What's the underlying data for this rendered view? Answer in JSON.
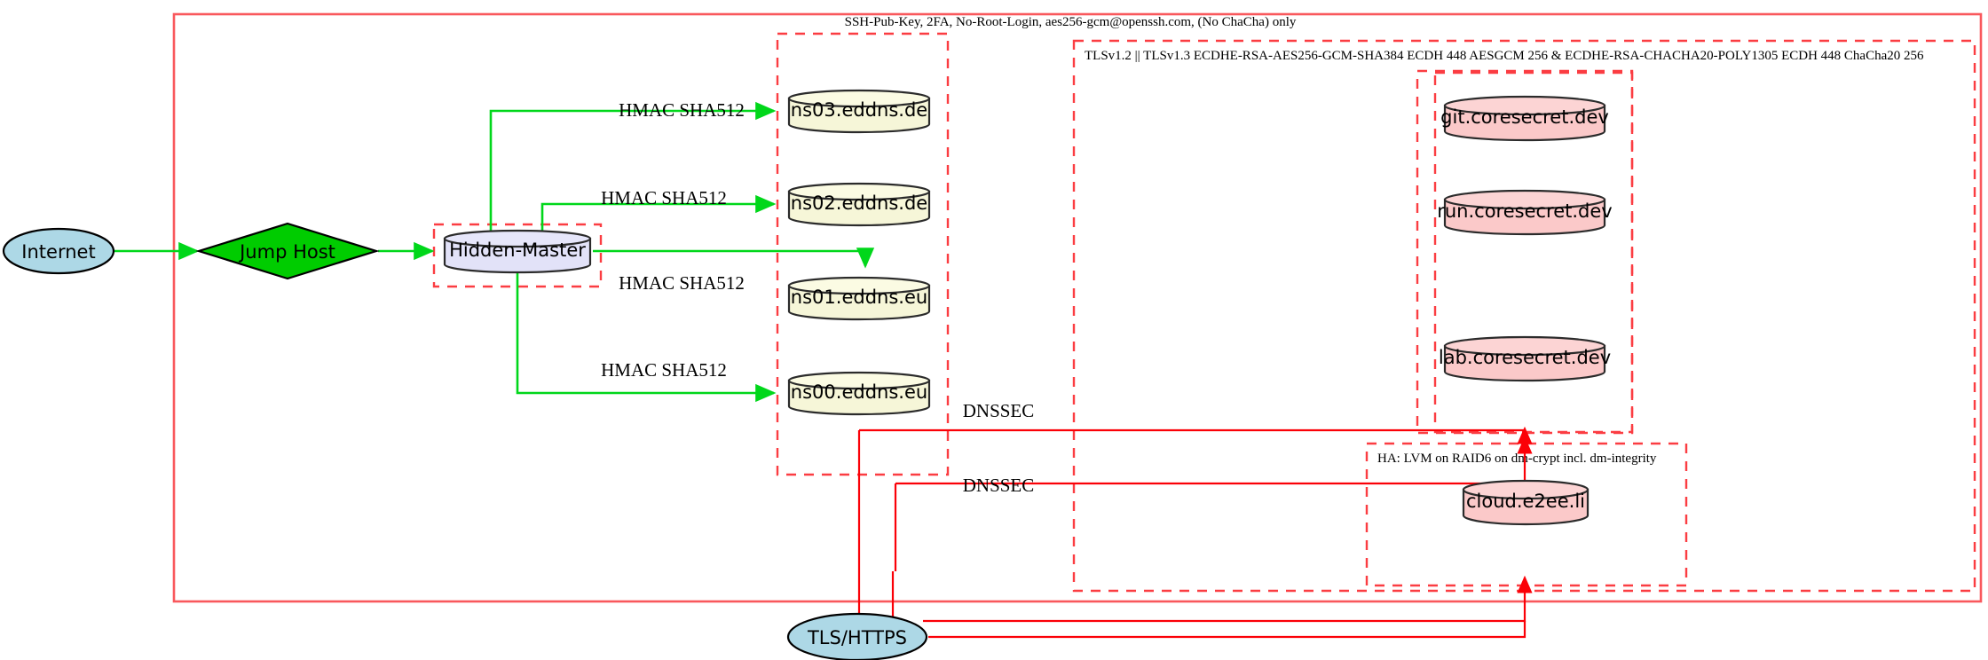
{
  "diagram": {
    "title_hidden": "",
    "clusters": [
      {
        "id": "ssh-zone",
        "label": "SSH-Pub-Key, 2FA, No-Root-Login, aes256-gcm@openssh.com, (No ChaCha) only"
      },
      {
        "id": "tls-zone",
        "label": "TLSv1.2 || TLSv1.3 ECDHE-RSA-AES256-GCM-SHA384 ECDH 448 AESGCM 256 & ECDHE-RSA-CHACHA20-POLY1305 ECDH 448 ChaCha20 256"
      },
      {
        "id": "ha-zone",
        "label": "HA: LVM on RAID6 on dm-crypt incl. dm-integrity"
      },
      {
        "id": "dns-zone",
        "label": ""
      },
      {
        "id": "master-zone",
        "label": ""
      },
      {
        "id": "app-zone",
        "label": ""
      }
    ],
    "nodes": [
      {
        "id": "internet",
        "label": "Internet",
        "shape": "ellipse",
        "fill": "#add8e6"
      },
      {
        "id": "jump-host",
        "label": "Jump Host",
        "shape": "diamond",
        "fill": "#00cc00"
      },
      {
        "id": "hidden-master",
        "label": "Hidden-Master",
        "shape": "cylinder",
        "fill": "#e2e2f8"
      },
      {
        "id": "ns03",
        "label": "ns03.eddns.de",
        "shape": "cylinder",
        "fill": "#f6f6d8"
      },
      {
        "id": "ns02",
        "label": "ns02.eddns.de",
        "shape": "cylinder",
        "fill": "#f6f6d8"
      },
      {
        "id": "ns01",
        "label": "ns01.eddns.eu",
        "shape": "cylinder",
        "fill": "#f6f6d8"
      },
      {
        "id": "ns00",
        "label": "ns00.eddns.eu",
        "shape": "cylinder",
        "fill": "#f6f6d8"
      },
      {
        "id": "git",
        "label": "git.coresecret.dev",
        "shape": "cylinder",
        "fill": "#fbc9c9"
      },
      {
        "id": "run",
        "label": "run.coresecret.dev",
        "shape": "cylinder",
        "fill": "#fbc9c9"
      },
      {
        "id": "lab",
        "label": "lab.coresecret.dev",
        "shape": "cylinder",
        "fill": "#fbc9c9"
      },
      {
        "id": "cloud",
        "label": "cloud.e2ee.li",
        "shape": "cylinder",
        "fill": "#fbc9c9"
      },
      {
        "id": "tls-https",
        "label": "TLS/HTTPS",
        "shape": "ellipse",
        "fill": "#add8e6"
      }
    ],
    "edge_labels": [
      {
        "id": "hmac-ns03",
        "label": "HMAC SHA512"
      },
      {
        "id": "hmac-ns02",
        "label": "HMAC SHA512"
      },
      {
        "id": "hmac-ns01",
        "label": "HMAC SHA512"
      },
      {
        "id": "hmac-ns00",
        "label": "HMAC SHA512"
      },
      {
        "id": "dnssec-top",
        "label": "DNSSEC"
      },
      {
        "id": "dnssec-bot",
        "label": "DNSSEC"
      }
    ],
    "colors": {
      "green_edge": "#00d71a",
      "red_edge": "#fb0007",
      "solid_border": "#f9585c",
      "dashed_border": "#fb3d42",
      "internet_fill": "#add8e6",
      "jump_fill": "#00cc00",
      "master_fill": "#e2e2f8",
      "ns_fill": "#f6f6d8",
      "app_fill": "#fbc9c9"
    }
  }
}
